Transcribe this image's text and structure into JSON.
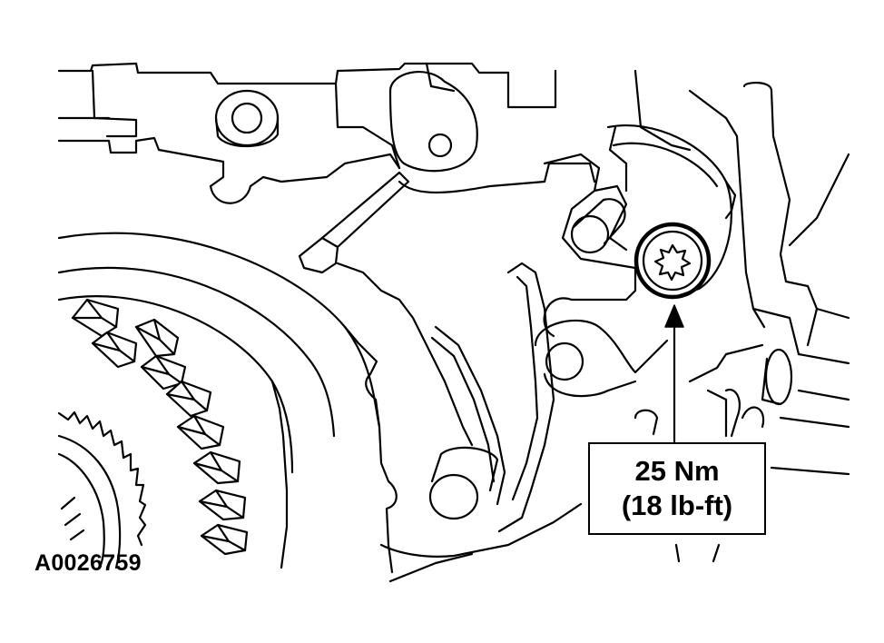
{
  "callout": {
    "torque_nm": "25 Nm",
    "torque_lbft": "(18 lb-ft)"
  },
  "figure_id": "A0026759",
  "parts": {
    "bolt_head_icon": "torx-bolt-icon",
    "indicator_icon": "arrow-up-icon"
  }
}
